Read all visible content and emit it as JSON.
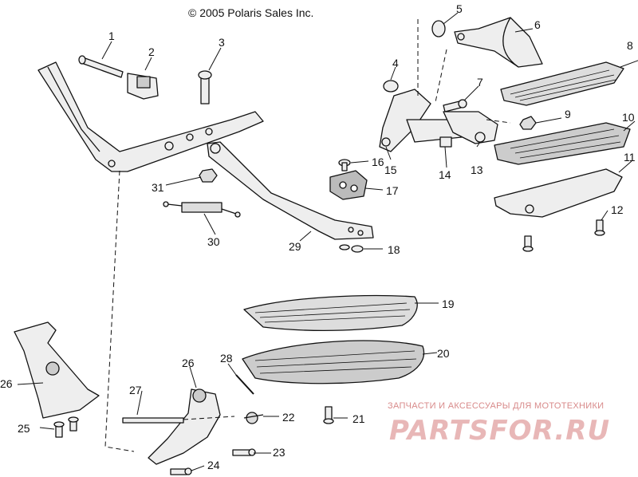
{
  "copyright": "© 2005 Polaris Sales Inc.",
  "callouts": [
    {
      "id": "1",
      "label": "1"
    },
    {
      "id": "2",
      "label": "2"
    },
    {
      "id": "3",
      "label": "3"
    },
    {
      "id": "4",
      "label": "4"
    },
    {
      "id": "5",
      "label": "5"
    },
    {
      "id": "6",
      "label": "6"
    },
    {
      "id": "7",
      "label": "7"
    },
    {
      "id": "8",
      "label": "8"
    },
    {
      "id": "9",
      "label": "9"
    },
    {
      "id": "10",
      "label": "10"
    },
    {
      "id": "11",
      "label": "11"
    },
    {
      "id": "12",
      "label": "12"
    },
    {
      "id": "13",
      "label": "13"
    },
    {
      "id": "14",
      "label": "14"
    },
    {
      "id": "15",
      "label": "15"
    },
    {
      "id": "16",
      "label": "16"
    },
    {
      "id": "17",
      "label": "17"
    },
    {
      "id": "18",
      "label": "18"
    },
    {
      "id": "19",
      "label": "19"
    },
    {
      "id": "20",
      "label": "20"
    },
    {
      "id": "21",
      "label": "21"
    },
    {
      "id": "22",
      "label": "22"
    },
    {
      "id": "23",
      "label": "23"
    },
    {
      "id": "24",
      "label": "24"
    },
    {
      "id": "25",
      "label": "25"
    },
    {
      "id": "26a",
      "label": "26"
    },
    {
      "id": "26b",
      "label": "26"
    },
    {
      "id": "27",
      "label": "27"
    },
    {
      "id": "28",
      "label": "28"
    },
    {
      "id": "29",
      "label": "29"
    },
    {
      "id": "30",
      "label": "30"
    },
    {
      "id": "31",
      "label": "31"
    }
  ],
  "watermark": {
    "tagline": "ЗАПЧАСТИ И АКСЕССУАРЫ ДЛЯ МОТОТЕХНИКИ",
    "brand": "PARTSFOR.RU",
    "color": "#e8b7b7"
  },
  "colors": {
    "line": "#111111",
    "part_fill": "#eeeeee",
    "part_dark": "#bbbbbb"
  }
}
